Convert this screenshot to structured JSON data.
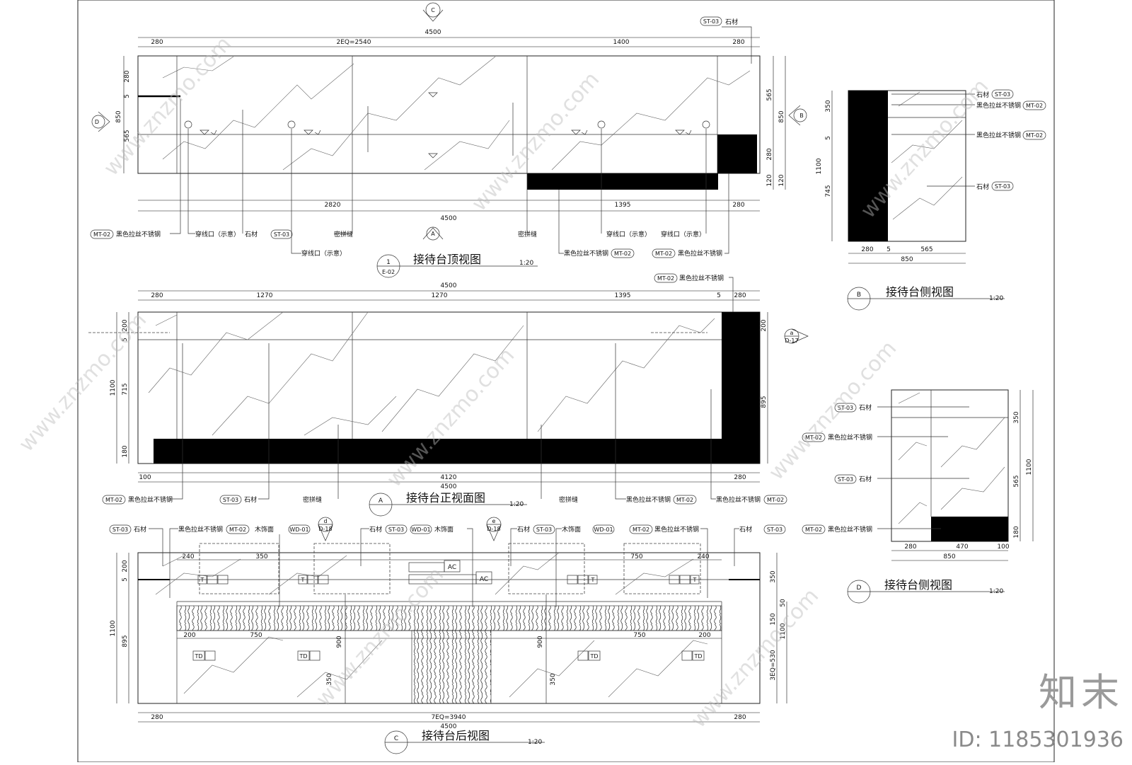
{
  "brand": "知末",
  "image_id": "ID: 1185301936",
  "watermark": "www.znzmo.com",
  "labels": {
    "st03": "ST-03",
    "mt02": "MT-02",
    "wd01": "WD-01",
    "stone": "石材",
    "brushed": "黑色拉丝不锈钢",
    "wood": "木饰面",
    "seam": "密拼缝",
    "wire_hole": "穿线口（示意）",
    "ac": "AC",
    "t": "T",
    "td": "TD"
  },
  "views": {
    "top": {
      "title": "接待台顶视图",
      "scale": "1:20",
      "num": "1",
      "sheet": "E-02",
      "dims_top": [
        "280",
        "2EQ=2540",
        "1400",
        "280"
      ],
      "total": "4500",
      "dims_bottom": [
        "2820",
        "1395",
        "280"
      ],
      "dims_left": [
        "280",
        "5",
        "850",
        "565"
      ],
      "dims_right": [
        "565",
        "850",
        "280",
        "120",
        "120"
      ]
    },
    "front": {
      "title": "接待台正视面图",
      "scale": "1:20",
      "letter": "A",
      "dims_top": [
        "280",
        "1270",
        "1270",
        "1395",
        "5",
        "280"
      ],
      "total": "4500",
      "dims_bottom": [
        "100",
        "4120",
        "280"
      ],
      "dims_left": [
        "200",
        "5",
        "1100",
        "715",
        "180"
      ],
      "dims_right": [
        "200",
        "895"
      ]
    },
    "back": {
      "title": "接待台后视图",
      "scale": "1:20",
      "letter": "C",
      "dims_bottom": [
        "280",
        "7EQ=3940",
        "280"
      ],
      "total": "4500",
      "dims_left": [
        "200",
        "5",
        "1100",
        "895"
      ],
      "dims_right": [
        "350",
        "50",
        "150",
        "1100",
        "3EQ=530"
      ],
      "inner": [
        "240",
        "350",
        "750",
        "240",
        "200",
        "750",
        "900",
        "350",
        "900",
        "350",
        "750",
        "200"
      ]
    },
    "side_b": {
      "title": "接待台侧视图",
      "scale": "1:20",
      "letter": "B",
      "dims_bottom": [
        "280",
        "5",
        "565"
      ],
      "total": "850",
      "dims_left": [
        "350",
        "5",
        "1100",
        "745"
      ]
    },
    "side_d": {
      "title": "接待台侧视图",
      "scale": "1:20",
      "letter": "D",
      "dims_bottom": [
        "280",
        "470",
        "100"
      ],
      "total": "850",
      "dims_right": [
        "350",
        "1100",
        "565",
        "180"
      ]
    }
  },
  "markers": {
    "c": "C",
    "a": "A",
    "b": "B",
    "d": "D",
    "a_small": "a",
    "d17": "D-17",
    "d_small": "d",
    "d18": "D-18",
    "e_small": "e",
    "e18": "D-18"
  }
}
